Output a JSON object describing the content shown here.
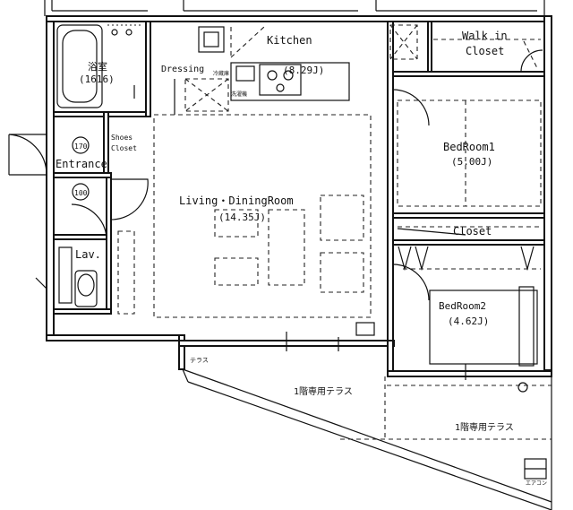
{
  "rooms": {
    "kitchen": {
      "name": "Kitchen",
      "size": "(8.29J)"
    },
    "walk_in_closet": {
      "line1": "Walk in",
      "line2": "Closet"
    },
    "dressing": {
      "name": "Dressing"
    },
    "bath": {
      "name": "浴室",
      "size": "(1616)"
    },
    "shoes_closet": {
      "line1": "Shoes",
      "line2": "Closet"
    },
    "entrance": {
      "name": "Entrance"
    },
    "bedroom1": {
      "name": "BedRoom1",
      "size": "(5.00J)"
    },
    "living": {
      "name": "Living・DiningRoom",
      "size": "(14.35J)"
    },
    "closet": {
      "name": "Closet"
    },
    "lav": {
      "name": "Lav."
    },
    "bedroom2": {
      "name": "BedRoom2",
      "size": "(4.62J)"
    },
    "terrace_upper": {
      "name": "1階専用テラス"
    },
    "terrace_lower": {
      "name": "1階専用テラス"
    }
  },
  "marks": {
    "entrance_step": "170",
    "toilet_step": "100",
    "fridge": "冷蔵庫",
    "washer": "洗濯機",
    "terrace_small": "テラス",
    "aircon": "エアコン"
  }
}
